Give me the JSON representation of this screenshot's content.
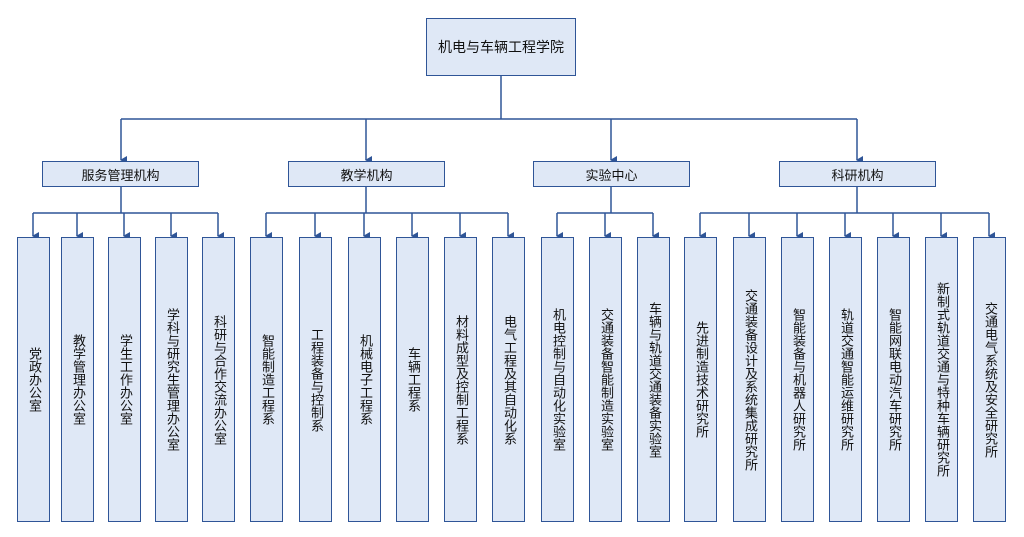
{
  "org_chart": {
    "root": "机电与车辆工程学院",
    "groups": [
      {
        "label": "服务管理机构",
        "children": [
          "党政办公室",
          "教学管理办公室",
          "学生工作办公室",
          "学科与研究生管理办公室",
          "科研与合作交流办公室"
        ]
      },
      {
        "label": "教学机构",
        "children": [
          "智能制造工程系",
          "工程装备与控制系",
          "机械电子工程系",
          "车辆工程系",
          "材料成型及控制工程系",
          "电气工程及其自动化系"
        ]
      },
      {
        "label": "实验中心",
        "children": [
          "机电控制与自动化实验室",
          "交通装备智能制造实验室",
          "车辆与轨道交通装备实验室"
        ]
      },
      {
        "label": "科研机构",
        "children": [
          "先进制造技术研究所",
          "交通装备设计及系统集成研究所",
          "智能装备与机器人研究所",
          "轨道交通智能运维研究所",
          "智能网联电动汽车研究所",
          "新制式轨道交通与特种车辆研究所",
          "交通电气系统及安全研究所"
        ]
      }
    ]
  },
  "colors": {
    "line": "#2f5597",
    "box_fill": "#dfe8f6"
  }
}
